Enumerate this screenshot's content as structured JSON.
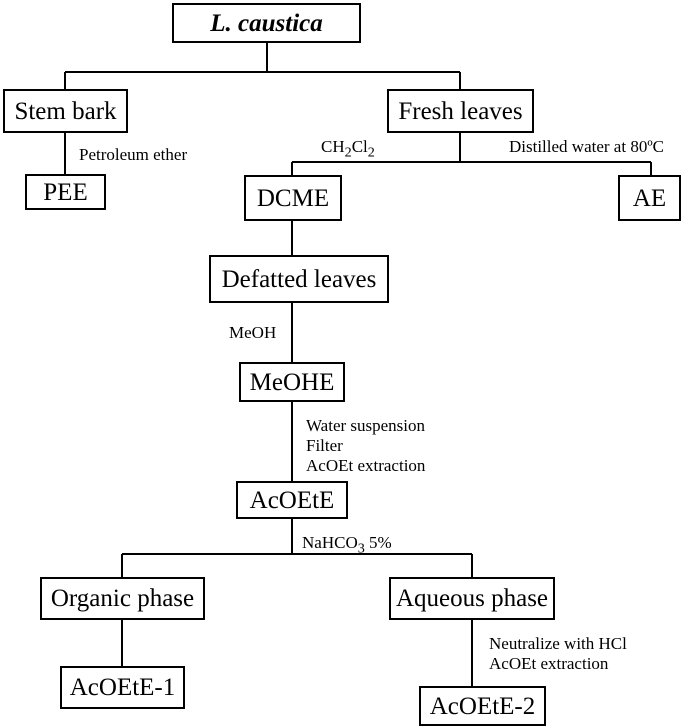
{
  "nodes": {
    "root": "L. caustica",
    "stem_bark": "Stem bark",
    "fresh_leaves": "Fresh leaves",
    "pee": "PEE",
    "dcme": "DCME",
    "ae": "AE",
    "defatted_leaves": "Defatted leaves",
    "meohe": "MeOHE",
    "acoete": "AcOEtE",
    "organic_phase": "Organic phase",
    "aqueous_phase": "Aqueous phase",
    "acoete_1": "AcOEtE-1",
    "acoete_2": "AcOEtE-2"
  },
  "edges": {
    "petroleum_ether": "Petroleum ether",
    "ch2cl2": {
      "prefix": "CH",
      "sub1": "2",
      "mid": "Cl",
      "sub2": "2"
    },
    "distilled_water": "Distilled water at 80ºC",
    "meoh": "MeOH",
    "water_suspension": "Water suspension",
    "filter": "Filter",
    "acoet_extraction": "AcOEt extraction",
    "nahco3": {
      "prefix": "NaHCO",
      "sub": "3",
      "suffix": " 5%"
    },
    "neutralize": "Neutralize with HCl",
    "acoet_extraction_2": "AcOEt extraction"
  }
}
